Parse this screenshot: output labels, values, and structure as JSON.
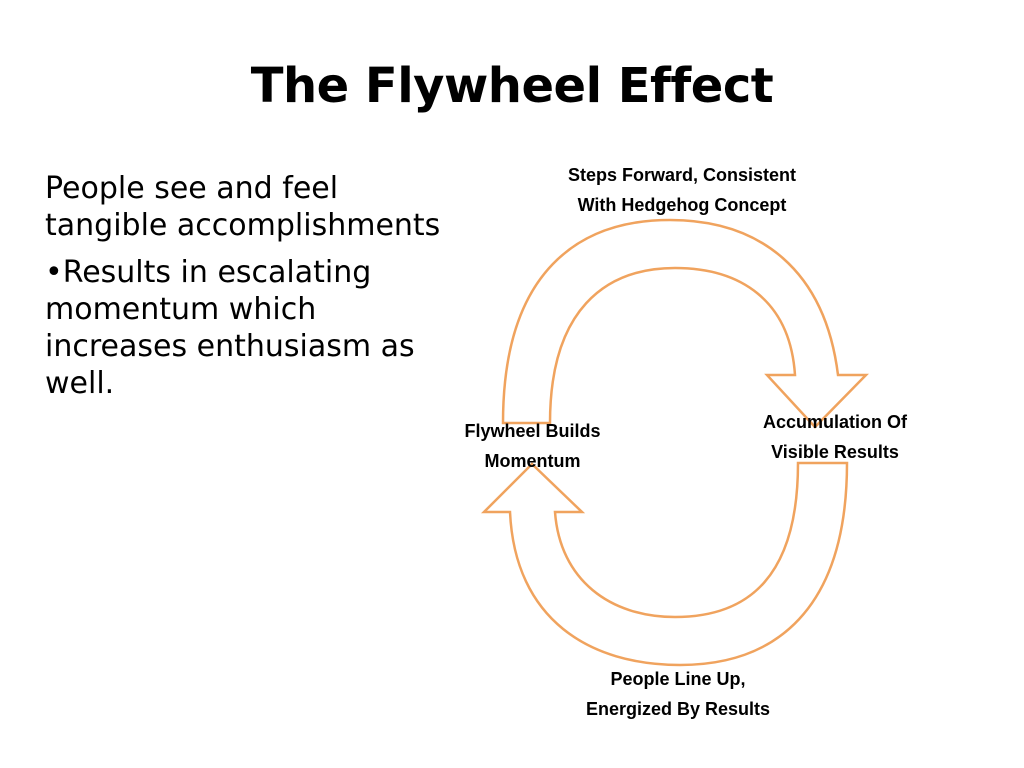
{
  "title": "The Flywheel Effect",
  "body": {
    "paragraph_1": "People see and feel tangible accomplishments",
    "paragraph_2": "•Results in escalating momentum which increases enthusiasm as well."
  },
  "diagram": {
    "arrow_color": "#F0A35E",
    "arrow_fill": "#ffffff",
    "nodes": {
      "top": {
        "line1": "Steps Forward, Consistent",
        "line2": "With Hedgehog Concept"
      },
      "right": {
        "line1": "Accumulation Of",
        "line2": "Visible Results"
      },
      "bottom": {
        "line1": "People Line Up,",
        "line2": "Energized By Results"
      },
      "left": {
        "line1": "Flywheel Builds",
        "line2": "Momentum"
      }
    }
  }
}
